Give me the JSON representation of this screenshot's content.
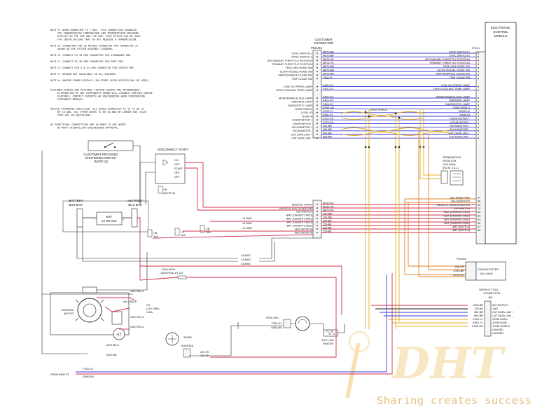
{
  "notes": [
    "NOTE P: WHEN CONNECTED TO + BAT, THIS CONNECTION DISABLES",
    "THE TRANSMISSION TEMPERATURE AND TRANSMISSION PRESSURE",
    "DISPLAY ON THE EMS AND THE EMS. THIS OPTION CAN BE USED",
    "FOR INSTALLATIONS THAT DO NOT REQUIRE A TRANSMISSION.",
    "NOTE R: CONNECTOR P30 IS MATING CONNECTOR FOR CONNECTOR J1",
    "SHOWN ON EMS SYSTEM ASSEMBLY DIAGRAM.",
    "NOTE S: CONNECT P3 IN EMS CONNECTOR FOR STARBOARD EMS.",
    "NOTE T: CONNECT P3 IN EMS CONNECTOR FOR PORT EMS.",
    "NOTE U: CONNECT PIN 3 & 31 EMS CONNECTOR FOR CENTER EMS.",
    "NOTE V: SENSOR NOT AVAILABLE ON ALL ENGINES.",
    "NOTE W: MARINE POWER DISPLAY (ON OTHER J1939 DEVICES MAY BE USED).",
    "CUSTOMER WIRING AND OPTIONAL FEATURE WIRING ARE RECOMMENDED.",
    "ELIMINATION OF ANY COMPONENTS SHOWN WILL DISABLE CERTAIN ENGINE",
    "FEATURES. CONTACT CATERPILLAR ENGINEERING WHEN CONSIDERING",
    "COMPONENT REMOVAL.",
    "UNLESS OTHERWISE SPECIFIED, ALL WIRES CONNECTED TO J2 TO BE 16",
    "OR 18 AWG. ALL OTHER WIRES TO BE 16 AWG OR LARGER SAE J1128",
    "TYPE SXL OR EQUIVALENT.",
    "NO ADDITIONAL CONNECTIONS ARE ALLOWED TO ANY WIRES",
    "WITHOUT CATERPILLAR ENGINEERING APPROVAL."
  ],
  "ecm": {
    "title": [
      "ELECTRONIC",
      "CONTROL",
      "MODULE"
    ],
    "conn": "P/V/J1"
  },
  "cust_conn": {
    "title": [
      "CUSTOMER",
      "CONNECTOR"
    ],
    "id": "P61/J61"
  },
  "upper_signals": [
    {
      "name": "SYNC SWITCH 1",
      "wire": "M672-BR",
      "color": "#3a3ad8"
    },
    {
      "name": "SYNC SWITCH 2",
      "wire": "M673-BR",
      "color": "#3a3ad8"
    },
    {
      "name": "SECONDARY THROTTLE POSITION",
      "wire": "M976-PK",
      "color": "#b050d0"
    },
    {
      "name": "PRIMARY THROTTLE POSITION",
      "wire": "M975-PK",
      "color": "#b050d0"
    },
    {
      "name": "TROLLING MODE SW",
      "wire": "M674-BR",
      "color": "#3a3ad8"
    },
    {
      "name": "SLOW VESSEL MODE SW",
      "wire": "M675-BR",
      "color": "#3a3ad8"
    },
    {
      "name": "MAINTENANCE CLEAR SW",
      "wire": "M676-BR",
      "color": "#3a3ad8"
    },
    {
      "name": "TRIP CLEAR SW",
      "wire": "L463-YL",
      "color": "#3a3ad8"
    },
    {
      "name": "LOW OIL PRESS LAMP",
      "wire": "F400-GY",
      "color": "#3a3ad8"
    },
    {
      "name": "HIGH COOLANT TEMP LAMP",
      "wire": "F401-GY",
      "color": "#3a3ad8"
    },
    {
      "name": "MAINTENANCE DUE LAMP",
      "wire": "F404-GY",
      "color": "#3a3ad8"
    },
    {
      "name": "WARNING LAMP",
      "wire": "F402-GY",
      "color": "#3a3ad8"
    },
    {
      "name": "DIAGNOSTIC LAMP",
      "wire": "F403-GY",
      "color": "#3a3ad8"
    },
    {
      "name": "J1939 SHIELD",
      "wire": "K990-GN",
      "color": "#3a3ad8"
    },
    {
      "name": "J1939 LO",
      "wire": "K900-YL",
      "color": "#3a3ad8"
    },
    {
      "name": "J1939 HI",
      "wire": "K901-YL",
      "color": "#3a3ad8"
    },
    {
      "name": "HOUR METER +",
      "wire": "E721-PU",
      "color": "#3a3ad8"
    },
    {
      "name": "HOUR METER -",
      "wire": "E722-PU",
      "color": "#3a3ad8"
    },
    {
      "name": "TACHOMETER +",
      "wire": "451-BR",
      "color": "#3a3ad8"
    },
    {
      "name": "TACHOMETER -",
      "wire": "452-BR",
      "color": "#3a3ad8"
    },
    {
      "name": "CAT DATA LINK +",
      "wire": "892-BR",
      "color": "#3a3ad8"
    },
    {
      "name": "CAT DATA LINK -",
      "wire": "893-BR",
      "color": "#3a3ad8"
    }
  ],
  "ecm_upper_labels": [
    "SYNC SWITCH 1",
    "SYNC SWITCH 2",
    "SECONDARY THROTTLE POSITION",
    "PRIMARY THROTTLE POSITION",
    "TROLLING MODE SW",
    "SLOW VESSEL MODE SW",
    "MAINTENANCE CLEAR SW",
    "TRIP CLEAR SW",
    "LOW OIL PRESS LAMP",
    "HIGH COOLANT TEMP LAMP",
    "MAINTENANCE DUE LAMP",
    "WARNING LAMP",
    "DIAGNOSTIC LAMP",
    "J1939 SHIELD",
    "J1939 LO",
    "J1939 HI",
    "HOUR METER +",
    "HOUR METER -",
    "TACHOMETER +",
    "TACHOMETER -",
    "CAT DATA LINK +",
    "CAT DATA LINK -"
  ],
  "lower_signals": [
    {
      "name": "REMOTE START",
      "wire": "M760-PK",
      "color": "#d0304a"
    },
    {
      "name": "REMOTE SHUTDOWN SW",
      "wire": "M761-PK",
      "color": "#d0304a"
    },
    {
      "name": "KEYSWITCH",
      "wire": "M870-PK",
      "color": "#d0304a"
    },
    {
      "name": "+BAT (UNSWITCHED)",
      "wire": "101-RD",
      "color": "#d0304a"
    },
    {
      "name": "+BAT (UNSWITCHED)",
      "wire": "101-RD",
      "color": "#d0304a"
    },
    {
      "name": "-BAT (UNSWITCHED)",
      "wire": "229-BK",
      "color": "#d0304a"
    },
    {
      "name": "-BAT (UNSWITCHED)",
      "wire": "229-BK",
      "color": "#d0304a"
    },
    {
      "name": "-BAT (NOTE A)",
      "wire": "229-BK",
      "color": "#d0304a"
    },
    {
      "name": "-BAT (NOTE A)",
      "wire": "229-BK",
      "color": "#d0304a"
    }
  ],
  "ecm_lower_labels": [
    "DIG SNSR PWR",
    "DIG SNSR RTN",
    "REMOTE SHUTDOWN SW",
    "KEYSWITCH",
    "+BAT (UNSWITCHED)",
    "+BAT (UNSWITCHED)",
    "-BAT (UNSWITCHED)",
    "-BAT (UNSWITCHED)",
    "-BAT (NOTE A)",
    "-BAT (NOTE A)"
  ],
  "ecm_lower_pins": [
    "47",
    "48",
    "59",
    "70",
    "52",
    "53",
    "63",
    "65",
    "67",
    "68"
  ],
  "awg": [
    "14 AWG",
    "14 AWG",
    "14 AWG",
    "14 AWG",
    "14 AWG",
    "14 AWG"
  ],
  "shared_tag": "J1939 SHIELD",
  "switch_box": {
    "title": "CUSTOMER PROVIDED SHUTDOWN SWITCH",
    "note": "(NOTE Q)"
  },
  "key_switch": {
    "title": "DISCONNECT START",
    "positions": [
      "ON",
      "OFF",
      "START",
      "OFF",
      "OFF"
    ]
  },
  "breaker_note": {
    "id": "CB",
    "note": "(NOTE G)"
  },
  "bus": {
    "neg": [
      "-BATTERY",
      "BUS BAR"
    ],
    "pos": [
      "+BATTERY",
      "BUS BAR"
    ]
  },
  "battery": {
    "label": "BAT",
    "volts": "12 OR 24V"
  },
  "breakers": [
    {
      "id": "CB",
      "amps": "15A"
    },
    {
      "id": "CB",
      "amps": "10A"
    },
    {
      "id": "CB",
      "amps": "10A"
    }
  ],
  "fuse": {
    "line1": "100A WITH",
    "line2": "120A PEAK AT 11V"
  },
  "termination": {
    "title": [
      "TERMINATION",
      "RESISTOR"
    ],
    "part": "(133-9340)",
    "note": "(NOTE J & L)"
  },
  "data_booster": {
    "title": [
      "DATA BOOSTER"
    ],
    "part": "(143-4318)",
    "conn": "P64/J64",
    "wires": [
      "546-OR",
      "C993-BR",
      "A703-OR"
    ]
  },
  "service_tool": {
    "title": [
      "SERVICE TOOL",
      "CONNECTOR"
    ],
    "id": "J60",
    "pins": [
      "KEYSWITCH",
      "-BAT",
      "CAT DATA LINK +",
      "CAT DATA LINK -",
      "J1939 DATA +",
      "J1939 DATA -",
      "J1939 SHIELD",
      "UNUSED",
      "UNUSED"
    ],
    "wires": [
      "J905-BR",
      "229-BK",
      "892-BR",
      "893-BR",
      "K900-YL",
      "K901-YL",
      "K990-GN"
    ]
  },
  "starter": {
    "title": [
      "STARTING",
      "MOTOR"
    ],
    "alt": "ALT"
  },
  "wires_misc": [
    "C897-RD-4",
    "CS",
    "(125-7952)",
    "125A",
    "0547-BK-4",
    "0547-RD-4",
    "C627-RD-4",
    "C627-RD-4"
  ],
  "magnetic_switch": {
    "label": "SMMG",
    "conn": "J615/P615",
    "wires": [
      "229-PK",
      "229-BK"
    ]
  },
  "inlet_heater": {
    "title": [
      "INLET AIR",
      "HEATER"
    ],
    "conn": "P501/J501",
    "wires": [
      "F750-GY",
      "G860-BU"
    ]
  },
  "bottom_wires": [
    "F750-GY",
    "G860-BU"
  ],
  "from_bdm": "FROM BDM P2",
  "watermark": {
    "logo": "DHT",
    "tagline": "Sharing creates success"
  },
  "colors": {
    "red": "#d0304a",
    "blue": "#3a3ad8",
    "purple": "#b050d0",
    "yellow": "#e0b020",
    "pink": "#e890b0",
    "teal": "#40a0b0",
    "orange": "#e08020"
  }
}
